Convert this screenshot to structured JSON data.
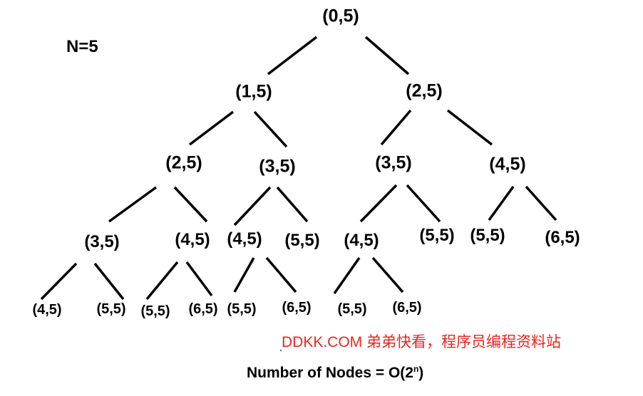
{
  "n_label": "N=5",
  "tree": {
    "levels": [
      [
        "(0,5)"
      ],
      [
        "(1,5)",
        "(2,5)"
      ],
      [
        "(2,5)",
        "(3,5)",
        "(3,5)",
        "(4,5)"
      ],
      [
        "(3,5)",
        "(4,5)",
        "(4,5)",
        "(5,5)",
        "(4,5)",
        "(5,5)",
        "(5,5)",
        "(6,5)"
      ],
      [
        "(4,5)",
        "(5,5)",
        "(5,5)",
        "(6,5)",
        "(5,5)",
        "(6,5)",
        "(5,5)",
        "(6,5)"
      ]
    ]
  },
  "watermark": "DDKK.COM 弟弟快看，程序员编程资料站",
  "footer": {
    "prefix": "Number of Nodes = O(2",
    "superscript": "n",
    "suffix": ")"
  }
}
